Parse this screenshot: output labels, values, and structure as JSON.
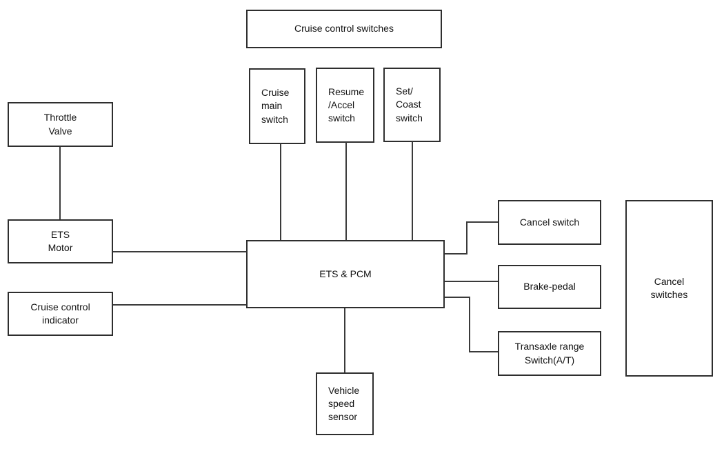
{
  "diagram": {
    "type": "block-diagram",
    "nodes": {
      "cruise_control_switches": {
        "label": "Cruise control switches"
      },
      "cruise_main_switch": {
        "label": "Cruise\nmain\nswitch"
      },
      "resume_accel_switch": {
        "label": "Resume\n/Accel\nswitch"
      },
      "set_coast_switch": {
        "label": "Set/\nCoast\nswitch"
      },
      "throttle_valve": {
        "label": "Throttle\nValve"
      },
      "ets_motor": {
        "label": "ETS\nMotor"
      },
      "cruise_control_indicator": {
        "label": "Cruise control\nindicator"
      },
      "ets_pcm": {
        "label": "ETS & PCM"
      },
      "cancel_switch": {
        "label": "Cancel switch"
      },
      "brake_pedal": {
        "label": "Brake-pedal"
      },
      "transaxle_range_switch": {
        "label": "Transaxle range\nSwitch(A/T)"
      },
      "cancel_switches": {
        "label": "Cancel\nswitches"
      },
      "vehicle_speed_sensor": {
        "label": "Vehicle\nspeed\nsensor"
      }
    },
    "edges": [
      {
        "from": "throttle_valve",
        "to": "ets_motor"
      },
      {
        "from": "ets_motor",
        "to": "ets_pcm"
      },
      {
        "from": "cruise_control_indicator",
        "to": "ets_pcm"
      },
      {
        "from": "cruise_main_switch",
        "to": "ets_pcm"
      },
      {
        "from": "resume_accel_switch",
        "to": "ets_pcm"
      },
      {
        "from": "set_coast_switch",
        "to": "ets_pcm"
      },
      {
        "from": "ets_pcm",
        "to": "cancel_switch"
      },
      {
        "from": "ets_pcm",
        "to": "brake_pedal"
      },
      {
        "from": "ets_pcm",
        "to": "transaxle_range_switch"
      },
      {
        "from": "ets_pcm",
        "to": "vehicle_speed_sensor"
      }
    ],
    "colors": {
      "background": "#ffffff",
      "border": "#2e2e2e",
      "line": "#3a3a3a",
      "text": "#111111"
    }
  }
}
